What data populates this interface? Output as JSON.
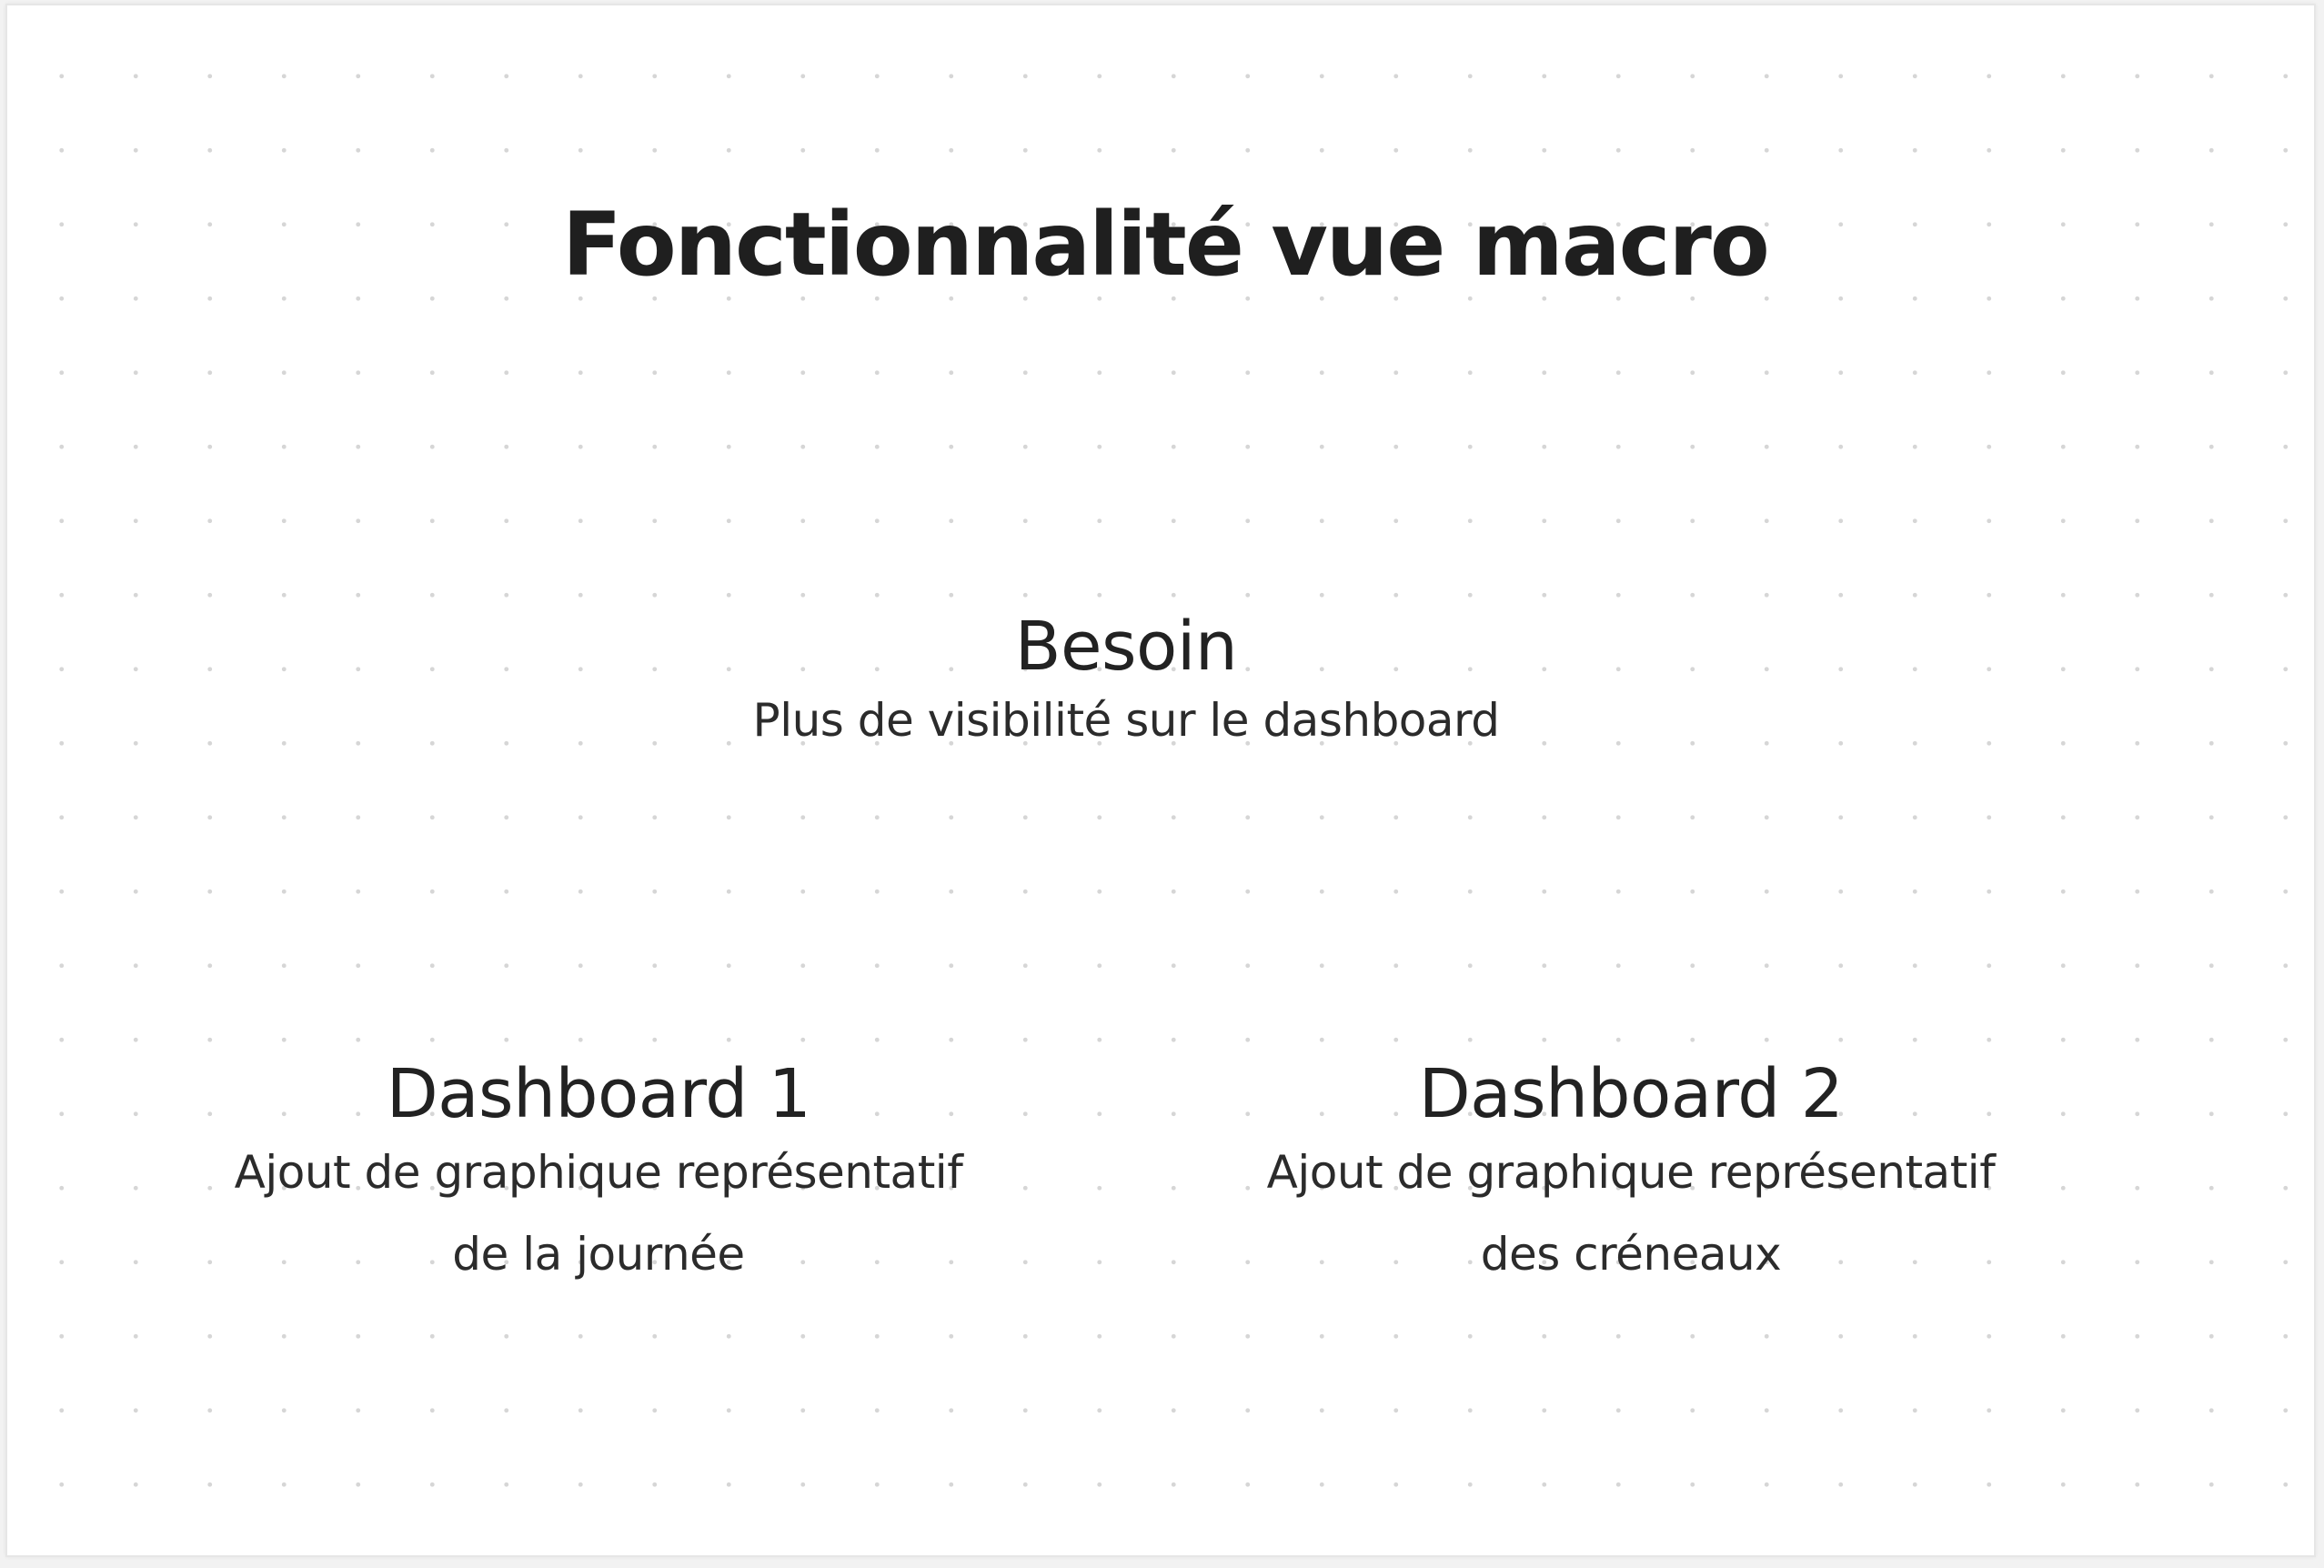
{
  "title": "Fonctionnalité vue macro",
  "besoin": {
    "heading": "Besoin",
    "text": "Plus de visibilité sur le dashboard"
  },
  "dashboards": [
    {
      "heading": "Dashboard 1",
      "line1": "Ajout de graphique représentatif",
      "line2": "de la journée"
    },
    {
      "heading": "Dashboard 2",
      "line1": "Ajout de graphique représentatif",
      "line2": "des créneaux"
    }
  ]
}
